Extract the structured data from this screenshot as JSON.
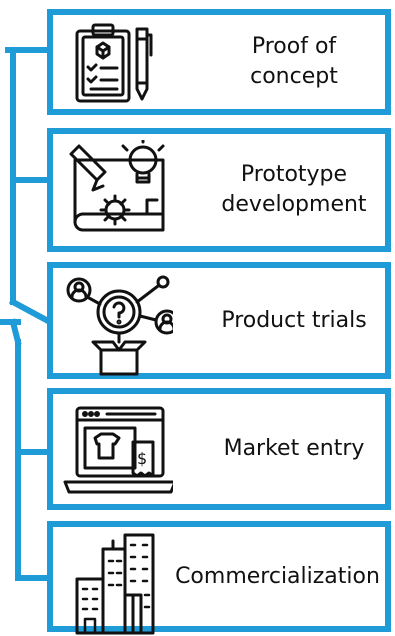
{
  "accent_color": "#1f9bd7",
  "stages": [
    {
      "label": "Proof of concept",
      "icon": "clipboard-checklist-pencil-icon"
    },
    {
      "label": "Prototype development",
      "icon": "blueprint-pencil-lightbulb-gear-icon"
    },
    {
      "label": "Product trials",
      "icon": "question-users-box-icon"
    },
    {
      "label": "Market entry",
      "icon": "online-store-laptop-icon"
    },
    {
      "label": "Commercialization",
      "icon": "city-buildings-icon"
    }
  ]
}
